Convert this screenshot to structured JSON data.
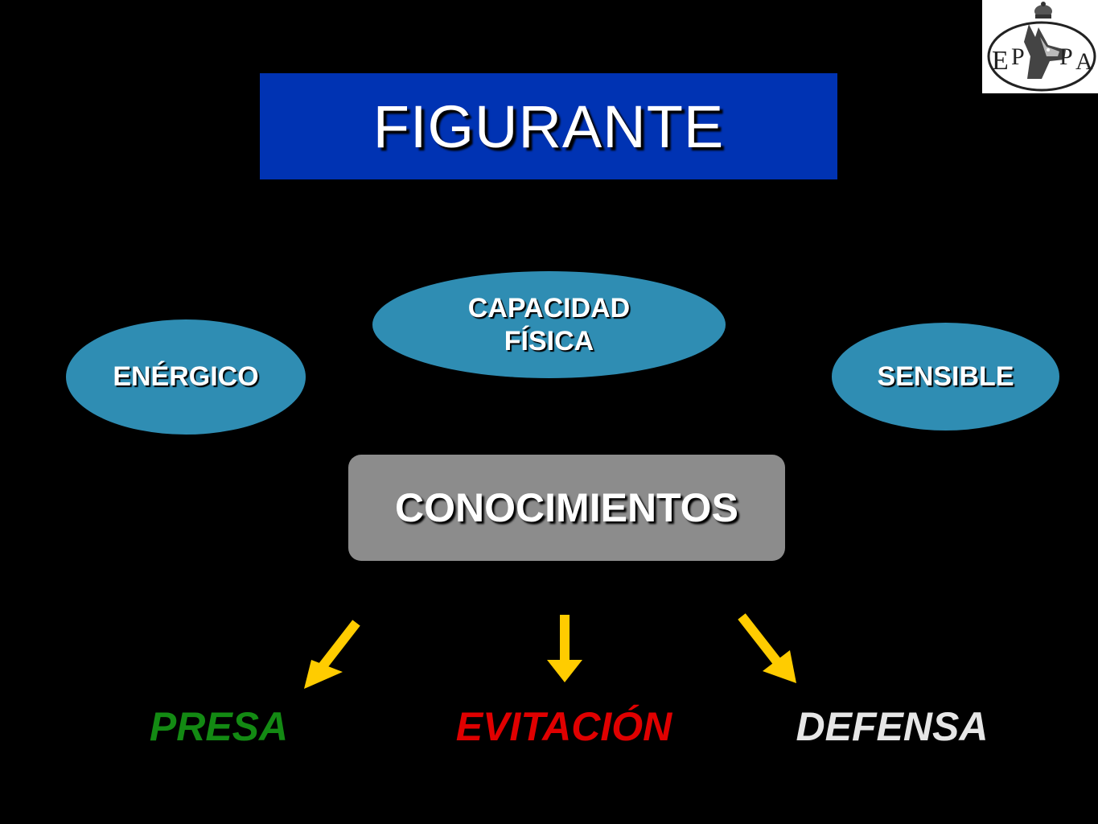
{
  "logo": {
    "icon": "club-crest-logo-icon",
    "letters": "EPPA"
  },
  "title": {
    "text": "FIGURANTE"
  },
  "qualities": {
    "capacidad": {
      "line1": "CAPACIDAD",
      "line2": "FÍSICA"
    },
    "energico": "ENÉRGICO",
    "sensible": "SENSIBLE"
  },
  "center": {
    "text": "CONOCIMIENTOS"
  },
  "outcomes": {
    "presa": "PRESA",
    "evitacion": "EVITACIÓN",
    "defensa": "DEFENSA"
  },
  "colors": {
    "background": "#000000",
    "title_box": "#0033b3",
    "oval_fill": "#2f8db3",
    "center_box": "#8c8c8c",
    "arrow": "#ffcc00",
    "presa": "#138a13",
    "evitacion": "#e00000",
    "defensa": "#e6e6e6"
  }
}
